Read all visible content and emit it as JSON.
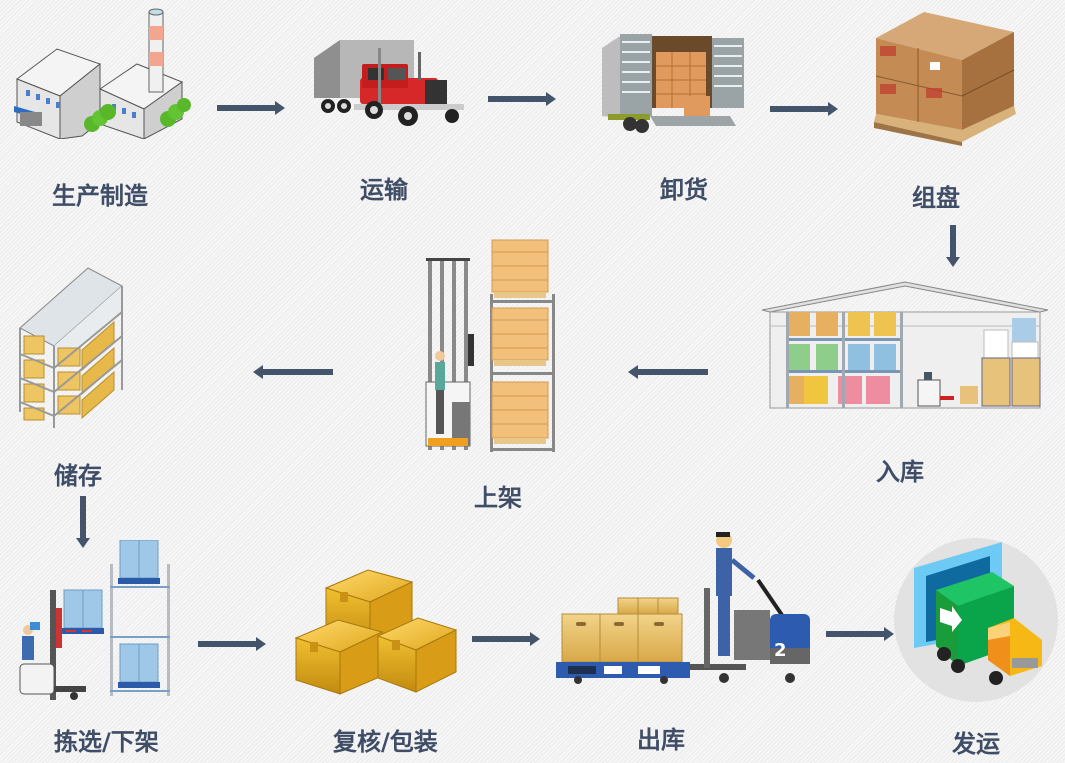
{
  "diagram": {
    "title": "Warehouse logistics process flow",
    "arrow_color": "#44546a",
    "label_color": "#3f4d66",
    "steps": [
      {
        "id": "manufacture",
        "label": "生产制造",
        "icon": "factory-icon"
      },
      {
        "id": "transport",
        "label": "运输",
        "icon": "truck-icon"
      },
      {
        "id": "unload",
        "label": "卸货",
        "icon": "unloading-truck-icon"
      },
      {
        "id": "palletize",
        "label": "组盘",
        "icon": "pallet-boxes-icon"
      },
      {
        "id": "inbound",
        "label": "入库",
        "icon": "warehouse-icon"
      },
      {
        "id": "putaway",
        "label": "上架",
        "icon": "forklift-shelf-icon"
      },
      {
        "id": "storage",
        "label": "储存",
        "icon": "storage-rack-icon"
      },
      {
        "id": "picking",
        "label": "拣选/下架",
        "icon": "order-picker-icon"
      },
      {
        "id": "packing",
        "label": "复核/包装",
        "icon": "boxes-icon"
      },
      {
        "id": "outbound",
        "label": "出库",
        "icon": "pallet-truck-icon"
      },
      {
        "id": "shipping",
        "label": "发运",
        "icon": "dock-truck-icon"
      }
    ],
    "edges": [
      {
        "from": "manufacture",
        "to": "transport",
        "direction": "right"
      },
      {
        "from": "transport",
        "to": "unload",
        "direction": "right"
      },
      {
        "from": "unload",
        "to": "palletize",
        "direction": "right"
      },
      {
        "from": "palletize",
        "to": "inbound",
        "direction": "down"
      },
      {
        "from": "inbound",
        "to": "putaway",
        "direction": "left"
      },
      {
        "from": "putaway",
        "to": "storage",
        "direction": "left"
      },
      {
        "from": "storage",
        "to": "picking",
        "direction": "down"
      },
      {
        "from": "picking",
        "to": "packing",
        "direction": "right"
      },
      {
        "from": "packing",
        "to": "outbound",
        "direction": "right"
      },
      {
        "from": "outbound",
        "to": "shipping",
        "direction": "right"
      }
    ],
    "truck_number": "2"
  }
}
